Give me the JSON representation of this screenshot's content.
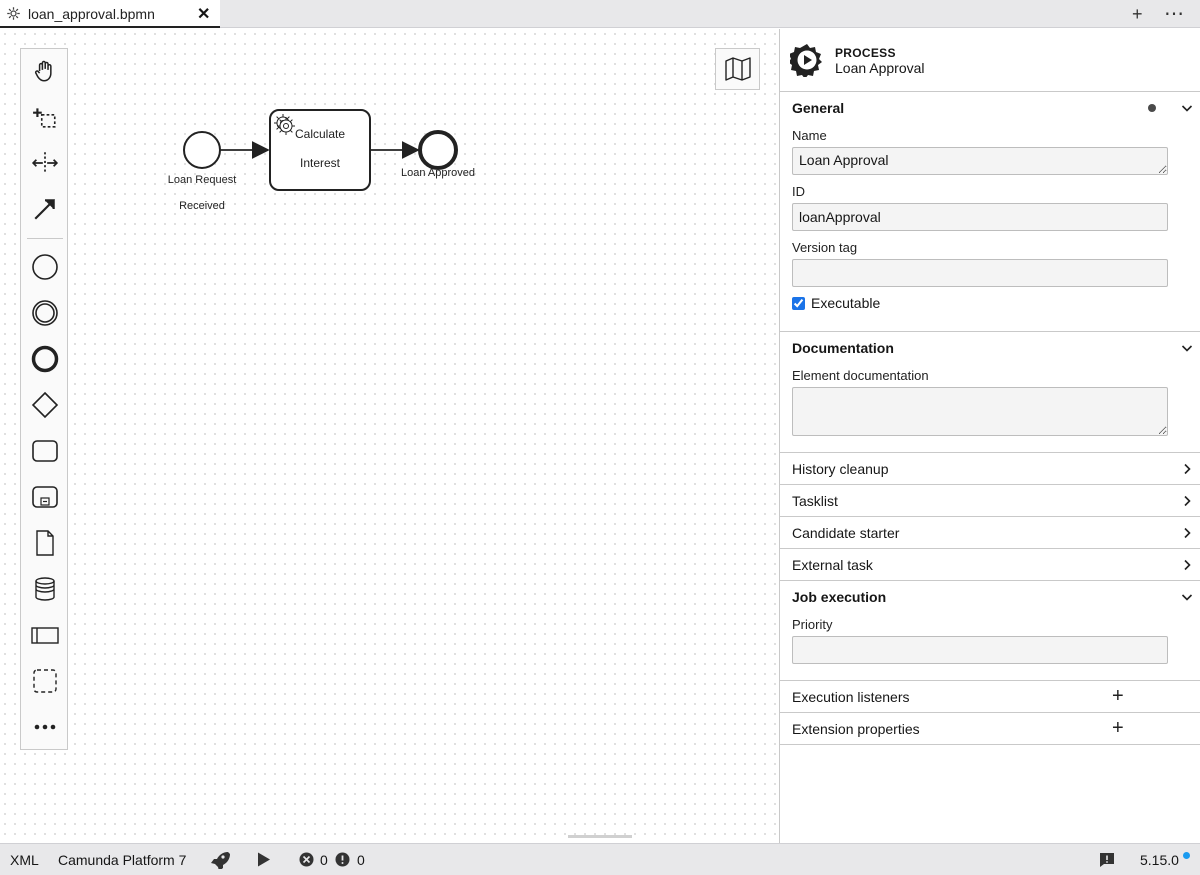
{
  "tab": {
    "title": "loan_approval.bpmn",
    "icon": "gear-icon",
    "close_symbol": "✕"
  },
  "toolbar": {
    "new_tab_symbol": "+",
    "more_symbol": "⋯"
  },
  "diagram": {
    "start_event": {
      "label_line1": "Loan Request",
      "label_line2": "Received"
    },
    "service_task": {
      "label_line1": "Calculate",
      "label_line2": "Interest"
    },
    "end_event": {
      "label": "Loan Approved"
    }
  },
  "palette": {
    "tools": [
      "hand-tool",
      "lasso-tool",
      "space-tool",
      "connect-tool",
      "start-event",
      "intermediate-event",
      "end-event",
      "gateway",
      "task",
      "subprocess",
      "data-object",
      "data-store",
      "pool",
      "group",
      "more-tools"
    ]
  },
  "panel": {
    "header": {
      "type": "PROCESS",
      "name": "Loan Approval"
    },
    "general": {
      "title": "General",
      "name_label": "Name",
      "name_value": "Loan Approval",
      "id_label": "ID",
      "id_value": "loanApproval",
      "version_label": "Version tag",
      "version_value": "",
      "executable_label": "Executable",
      "executable_checked": true
    },
    "documentation": {
      "title": "Documentation",
      "element_doc_label": "Element documentation",
      "element_doc_value": ""
    },
    "collapsed_groups": [
      "History cleanup",
      "Tasklist",
      "Candidate starter",
      "External task"
    ],
    "job_execution": {
      "title": "Job execution",
      "priority_label": "Priority",
      "priority_value": ""
    },
    "list_groups": [
      "Execution listeners",
      "Extension properties"
    ]
  },
  "status": {
    "xml": "XML",
    "platform": "Camunda Platform 7",
    "errors": "0",
    "warnings": "0",
    "version": "5.15.0"
  },
  "colors": {
    "accent": "#1a73e8",
    "update_dot": "#1a9bf0"
  }
}
